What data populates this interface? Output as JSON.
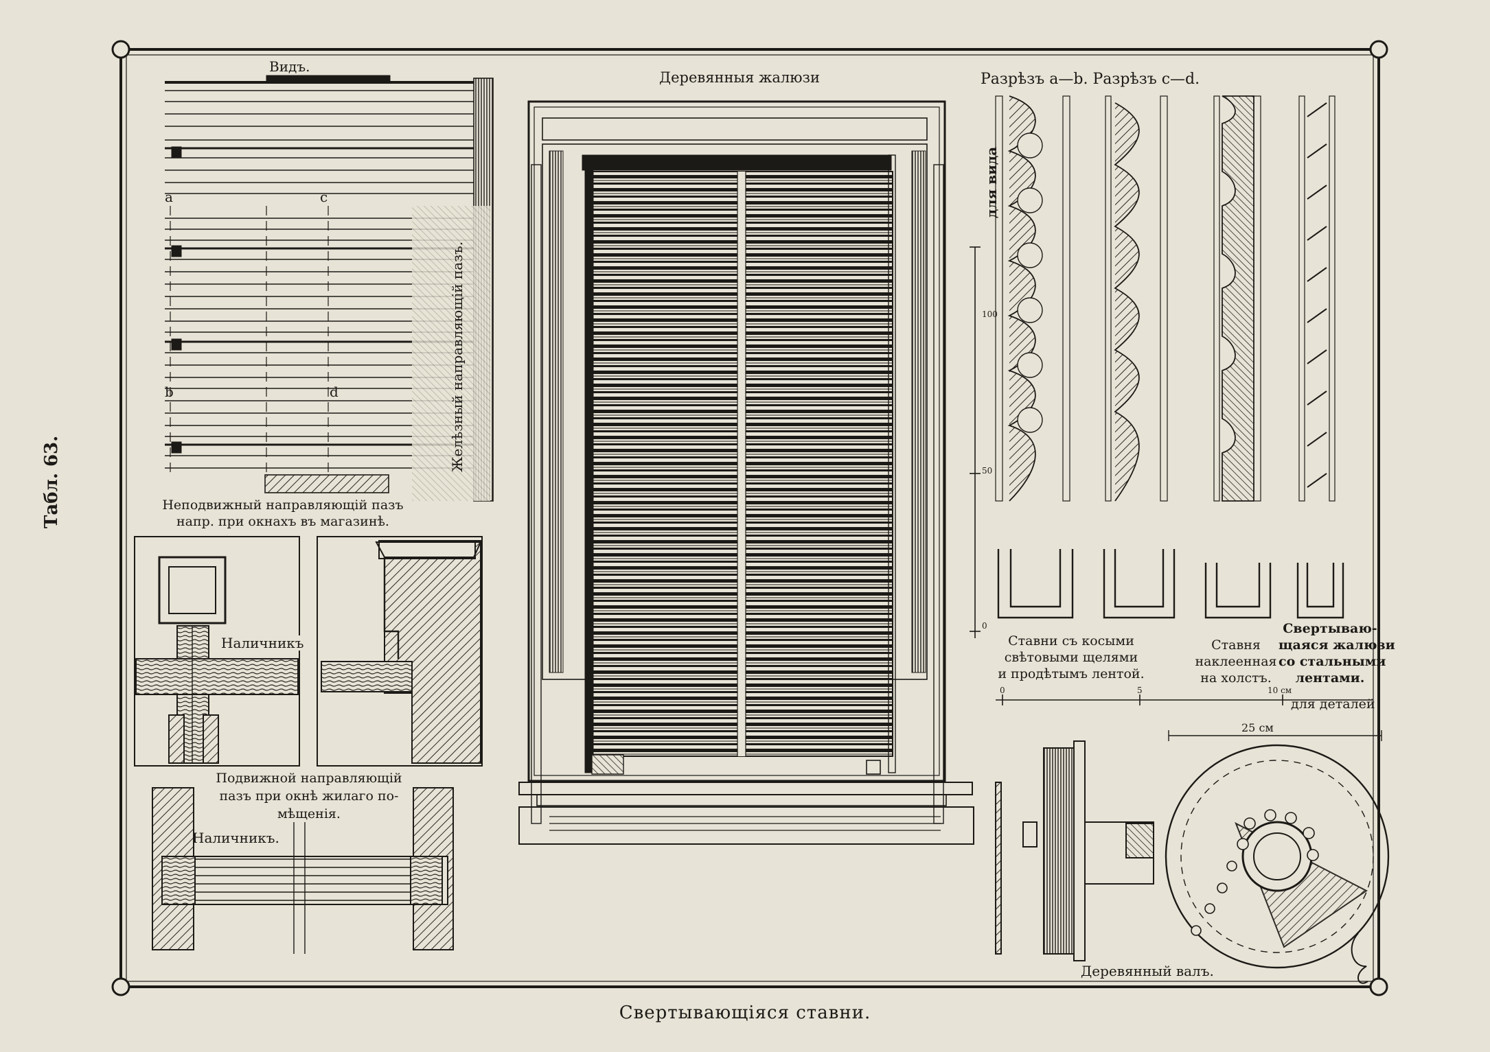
{
  "plate_number": "Табл. 63.",
  "title": "Свертывающiяся ставни.",
  "labels": {
    "vid": "Видъ.",
    "wooden_blinds": "Деревянныя жалюзи",
    "sections": "Разрѣзъ a—b. Разрѣзъ c—d.",
    "iron_groove": "Желѣзный направляющiй пазъ.",
    "fixed_groove_l1": "Неподвижный направляющiй пазъ",
    "fixed_groove_l2": "напр. при окнахъ въ магазинѣ.",
    "nalichnik_1": "Наличникъ",
    "movable_groove_l1": "Подвижной направляющiй",
    "movable_groove_l2": "пазъ при окнѣ жилаго по-",
    "movable_groove_l3": "мѣщенiя.",
    "nalichnik_2": "Наличникъ.",
    "for_view": "для вида",
    "for_details": "для деталей",
    "wooden_roller": "Деревянный валъ.",
    "cap1_l1": "Ставни съ косыми",
    "cap1_l2": "свѣтовыми щелями",
    "cap1_l3": "и продѣтымъ лентой.",
    "cap2_l1": "Ставня",
    "cap2_l2": "наклеенная",
    "cap2_l3": "на холстъ.",
    "cap3_l1": "Свертываю-",
    "cap3_l2": "щаяся жалюзи",
    "cap3_l3": "со стальными",
    "cap3_l4": "лентами.",
    "mark_a": "a",
    "mark_b": "b",
    "mark_c": "c",
    "mark_d": "d",
    "dim_25": "25 см"
  },
  "scale_view": {
    "ticks": [
      "0",
      "50",
      "100"
    ]
  },
  "scale_details": {
    "ticks": [
      "0",
      "5",
      "10 см"
    ]
  }
}
